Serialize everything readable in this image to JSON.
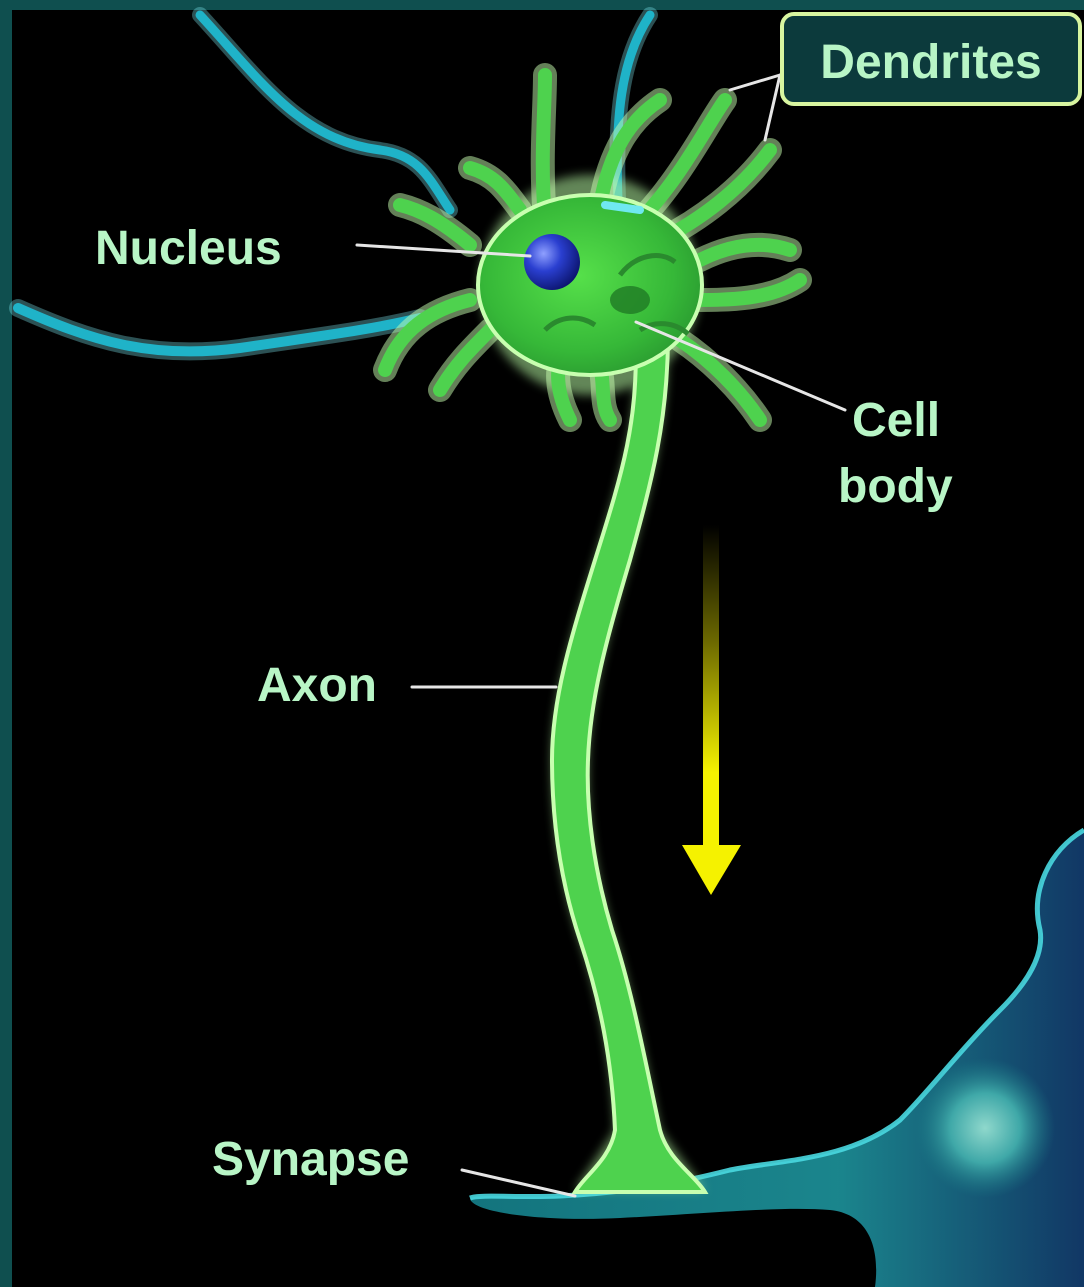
{
  "labels": {
    "dendrites": "Dendrites",
    "nucleus": "Nucleus",
    "cell_body_line1": "Cell",
    "cell_body_line2": "body",
    "axon": "Axon",
    "synapse": "Synapse"
  },
  "colors": {
    "frame": "#0f4f4f",
    "background": "#000000",
    "neuron": "#4ed24e",
    "neuron_glow": "#b4f5a0",
    "nucleus": "#1a2fa8",
    "incoming_dendrites": "#1fb3c8",
    "target_cell": "#1a8c94",
    "signal_arrow": "#f5f200",
    "label_text": "#b8f5c6",
    "dendrites_box_border": "#d8f5a0",
    "dendrites_box_fill": "#0c3a3c"
  }
}
